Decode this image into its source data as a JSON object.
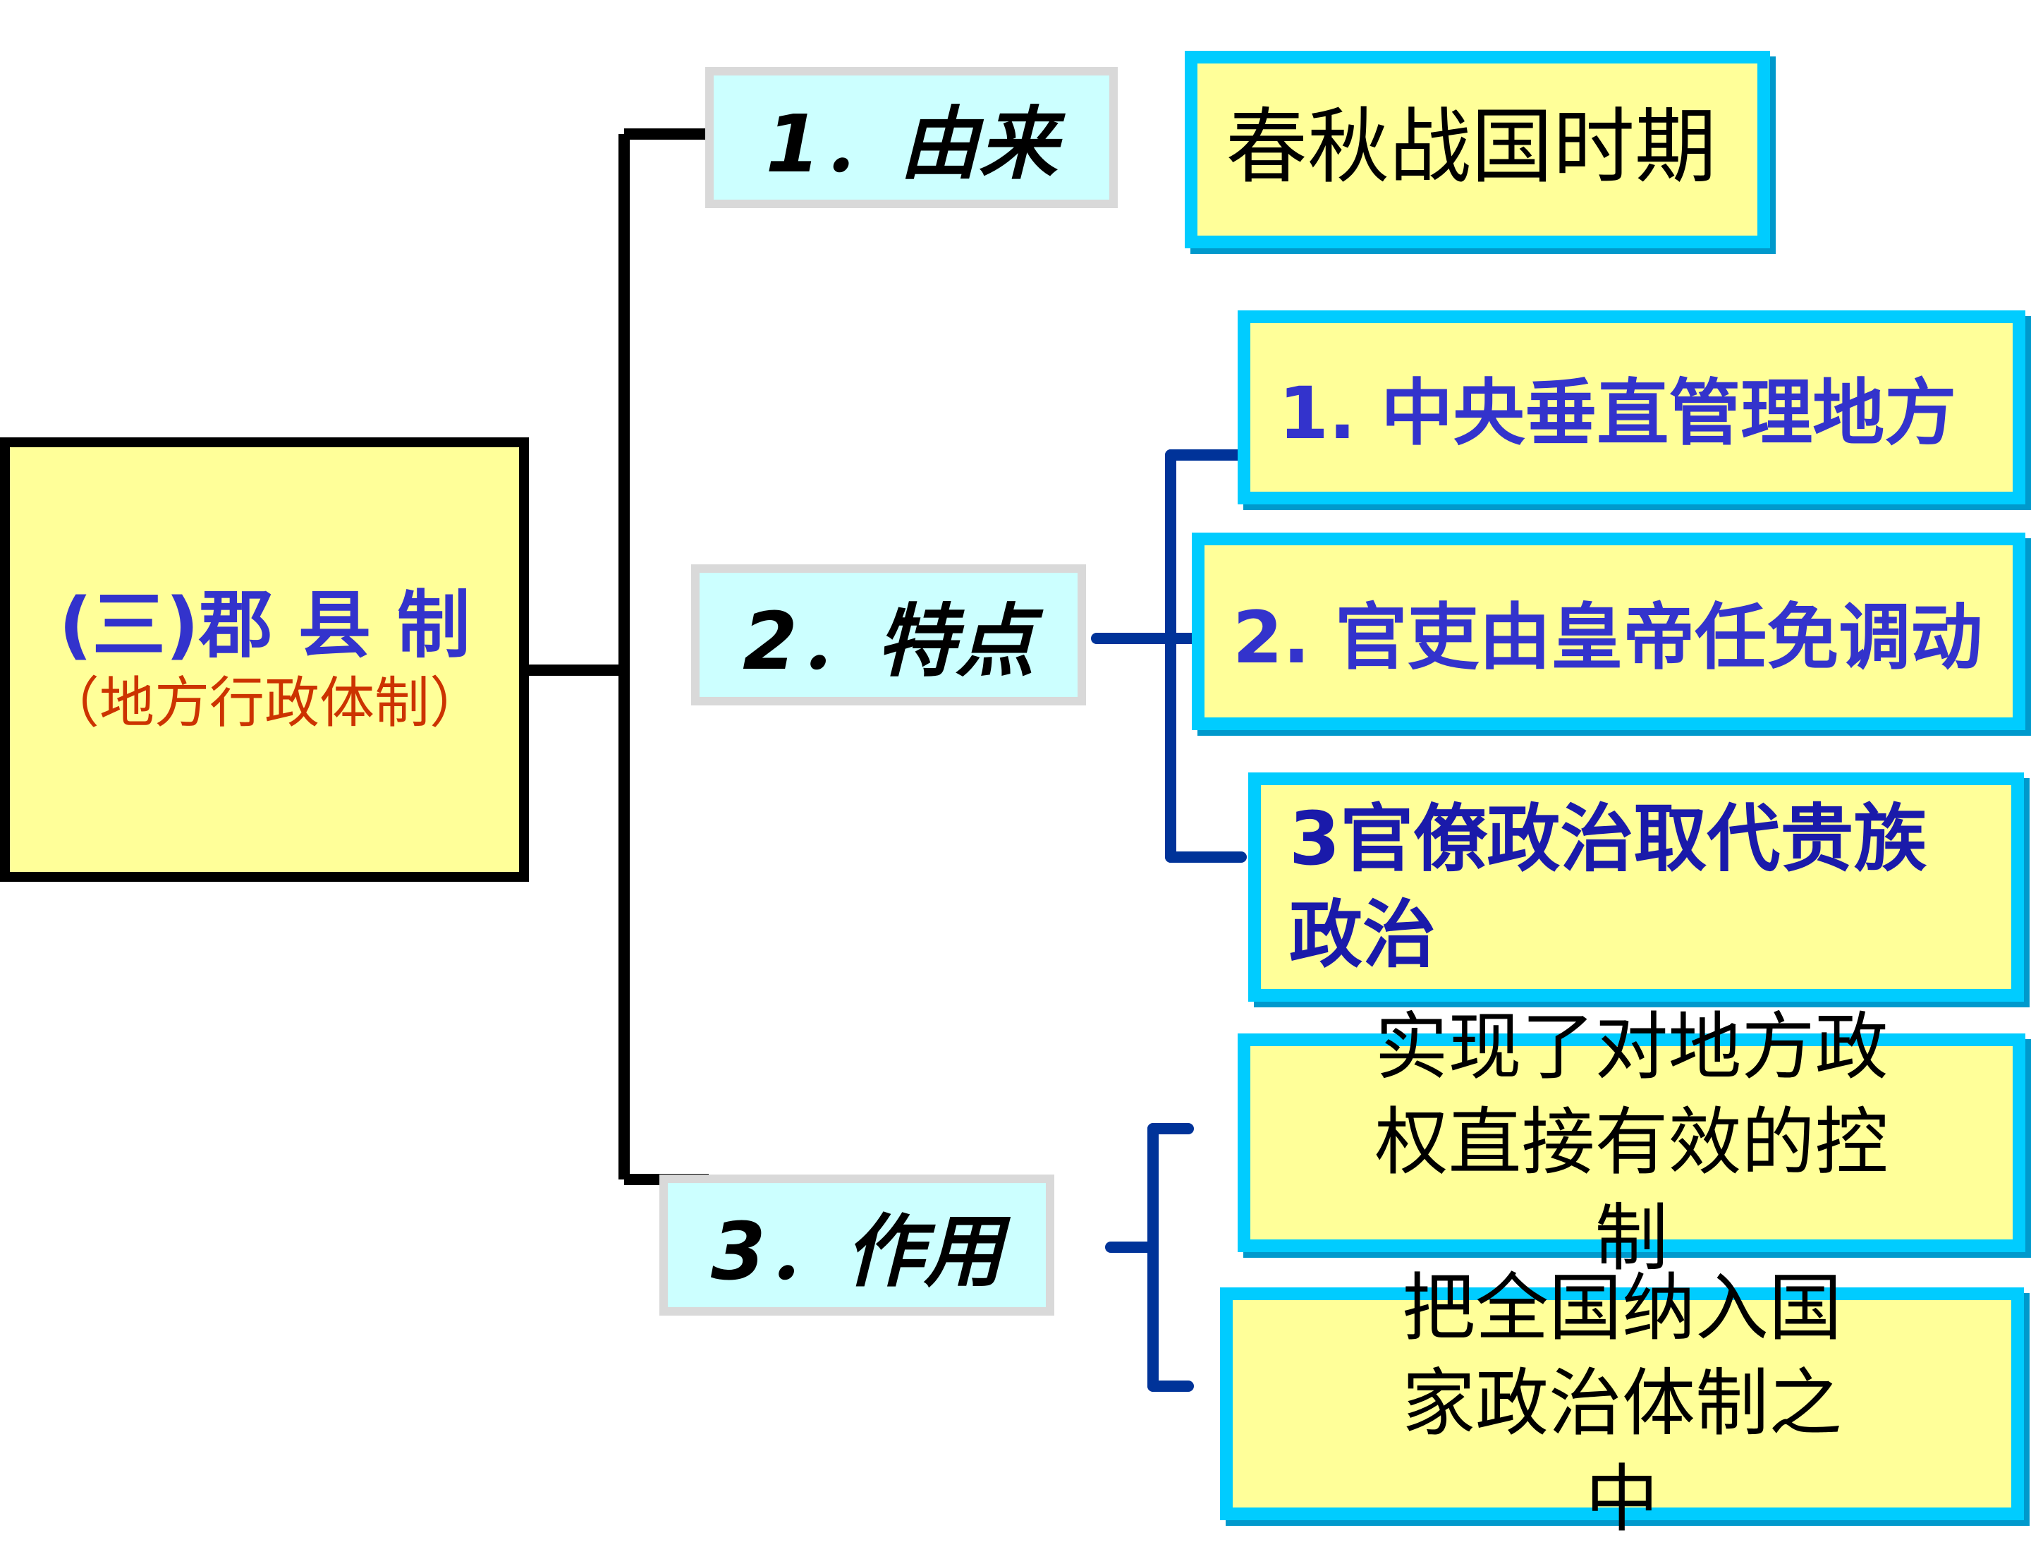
{
  "root": {
    "title": "(三)郡 县 制",
    "subtitle": "（地方行政体制）"
  },
  "categories": [
    {
      "label": "1．由来"
    },
    {
      "label": "2．特点"
    },
    {
      "label": "3．作用"
    }
  ],
  "origin": {
    "text": "春秋战国时期"
  },
  "features": [
    "1. 中央垂直管理地方",
    "2. 官吏由皇帝任免调动",
    "3官僚政治取代贵族政治"
  ],
  "effects": [
    "实现了对地方政权直接有效的控制",
    "把全国纳入国家政治体制之中"
  ],
  "colors": {
    "root_title": "#3333cc",
    "root_subtitle": "#cc3300",
    "box_fill": "#ffff99",
    "leaf_border": "#00ccff",
    "category_fill": "#ccffff",
    "connector_main": "#000000",
    "connector_blue": "#003399"
  }
}
